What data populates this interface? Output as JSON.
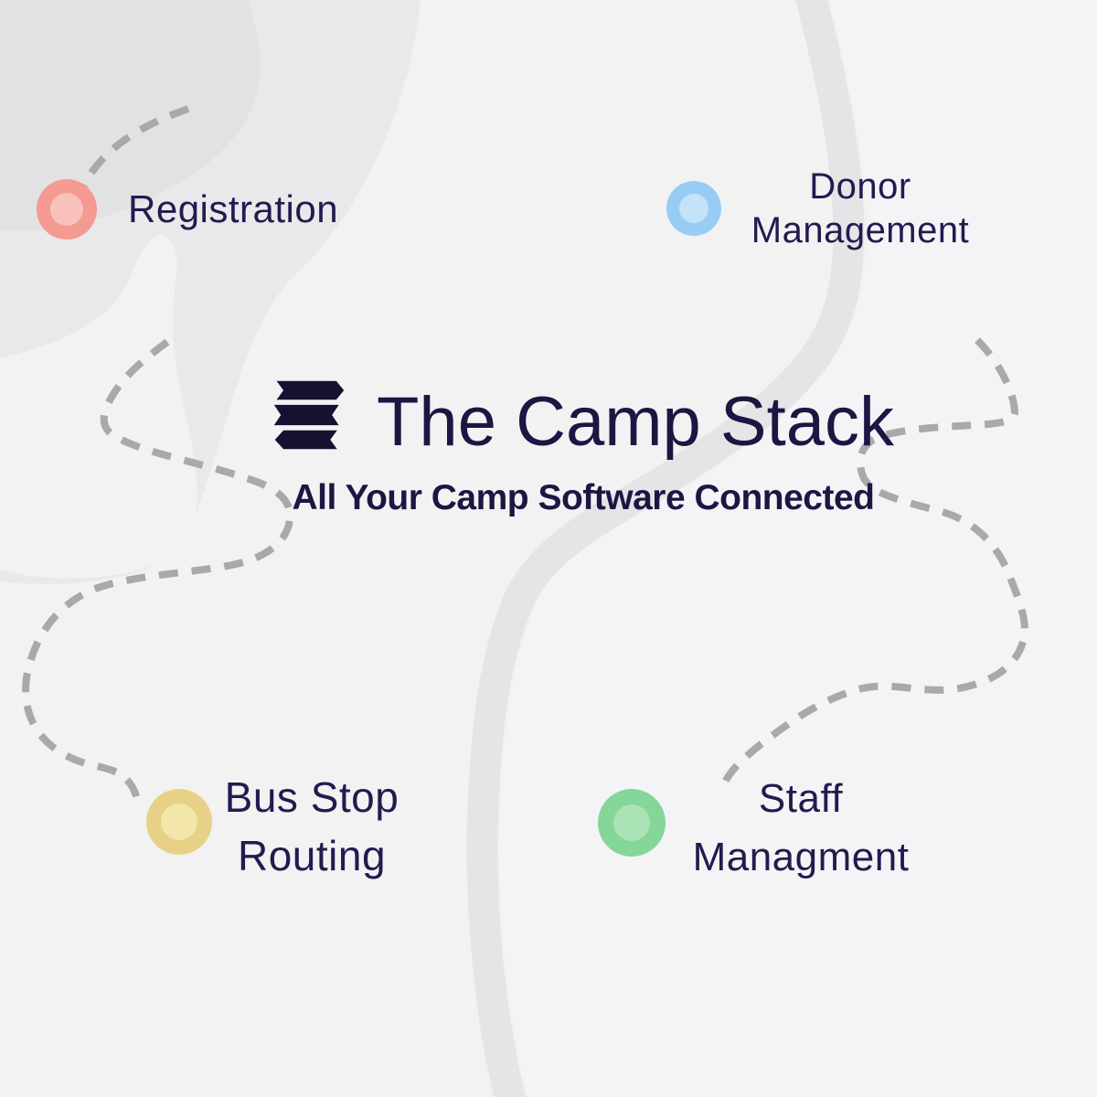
{
  "brand": {
    "title": "The Camp Stack",
    "tagline": "All Your Camp Software Connected",
    "logo_icon": "stacked-ribbons-icon",
    "title_color": "#1d1643",
    "icon_color": "#161031"
  },
  "features": [
    {
      "id": "registration",
      "lines": [
        "Registration"
      ],
      "dot_color": "#f59a92",
      "dot_inner_color": "#f8c1bb"
    },
    {
      "id": "donor-management",
      "lines": [
        "Donor",
        "Management"
      ],
      "dot_color": "#97cdf4",
      "dot_inner_color": "#c4e2f8"
    },
    {
      "id": "bus-stop-routing",
      "lines": [
        "Bus Stop",
        "Routing"
      ],
      "dot_color": "#e7d186",
      "dot_inner_color": "#f3e6ab"
    },
    {
      "id": "staff-management",
      "lines": [
        "Staff",
        "Managment"
      ],
      "dot_color": "#85d699",
      "dot_inner_color": "#a9e3b4"
    }
  ],
  "text_color": "#221b4e",
  "background": {
    "base": "#f2f2f3",
    "terrain_blob": "#e9e9eb",
    "terrain_blob_dark": "#e2e2e4",
    "terrain_island": "#f2f2f3",
    "right_wash": "#f4f4f6",
    "road": "#e5e5e7",
    "trail": "#a9a9ac"
  }
}
